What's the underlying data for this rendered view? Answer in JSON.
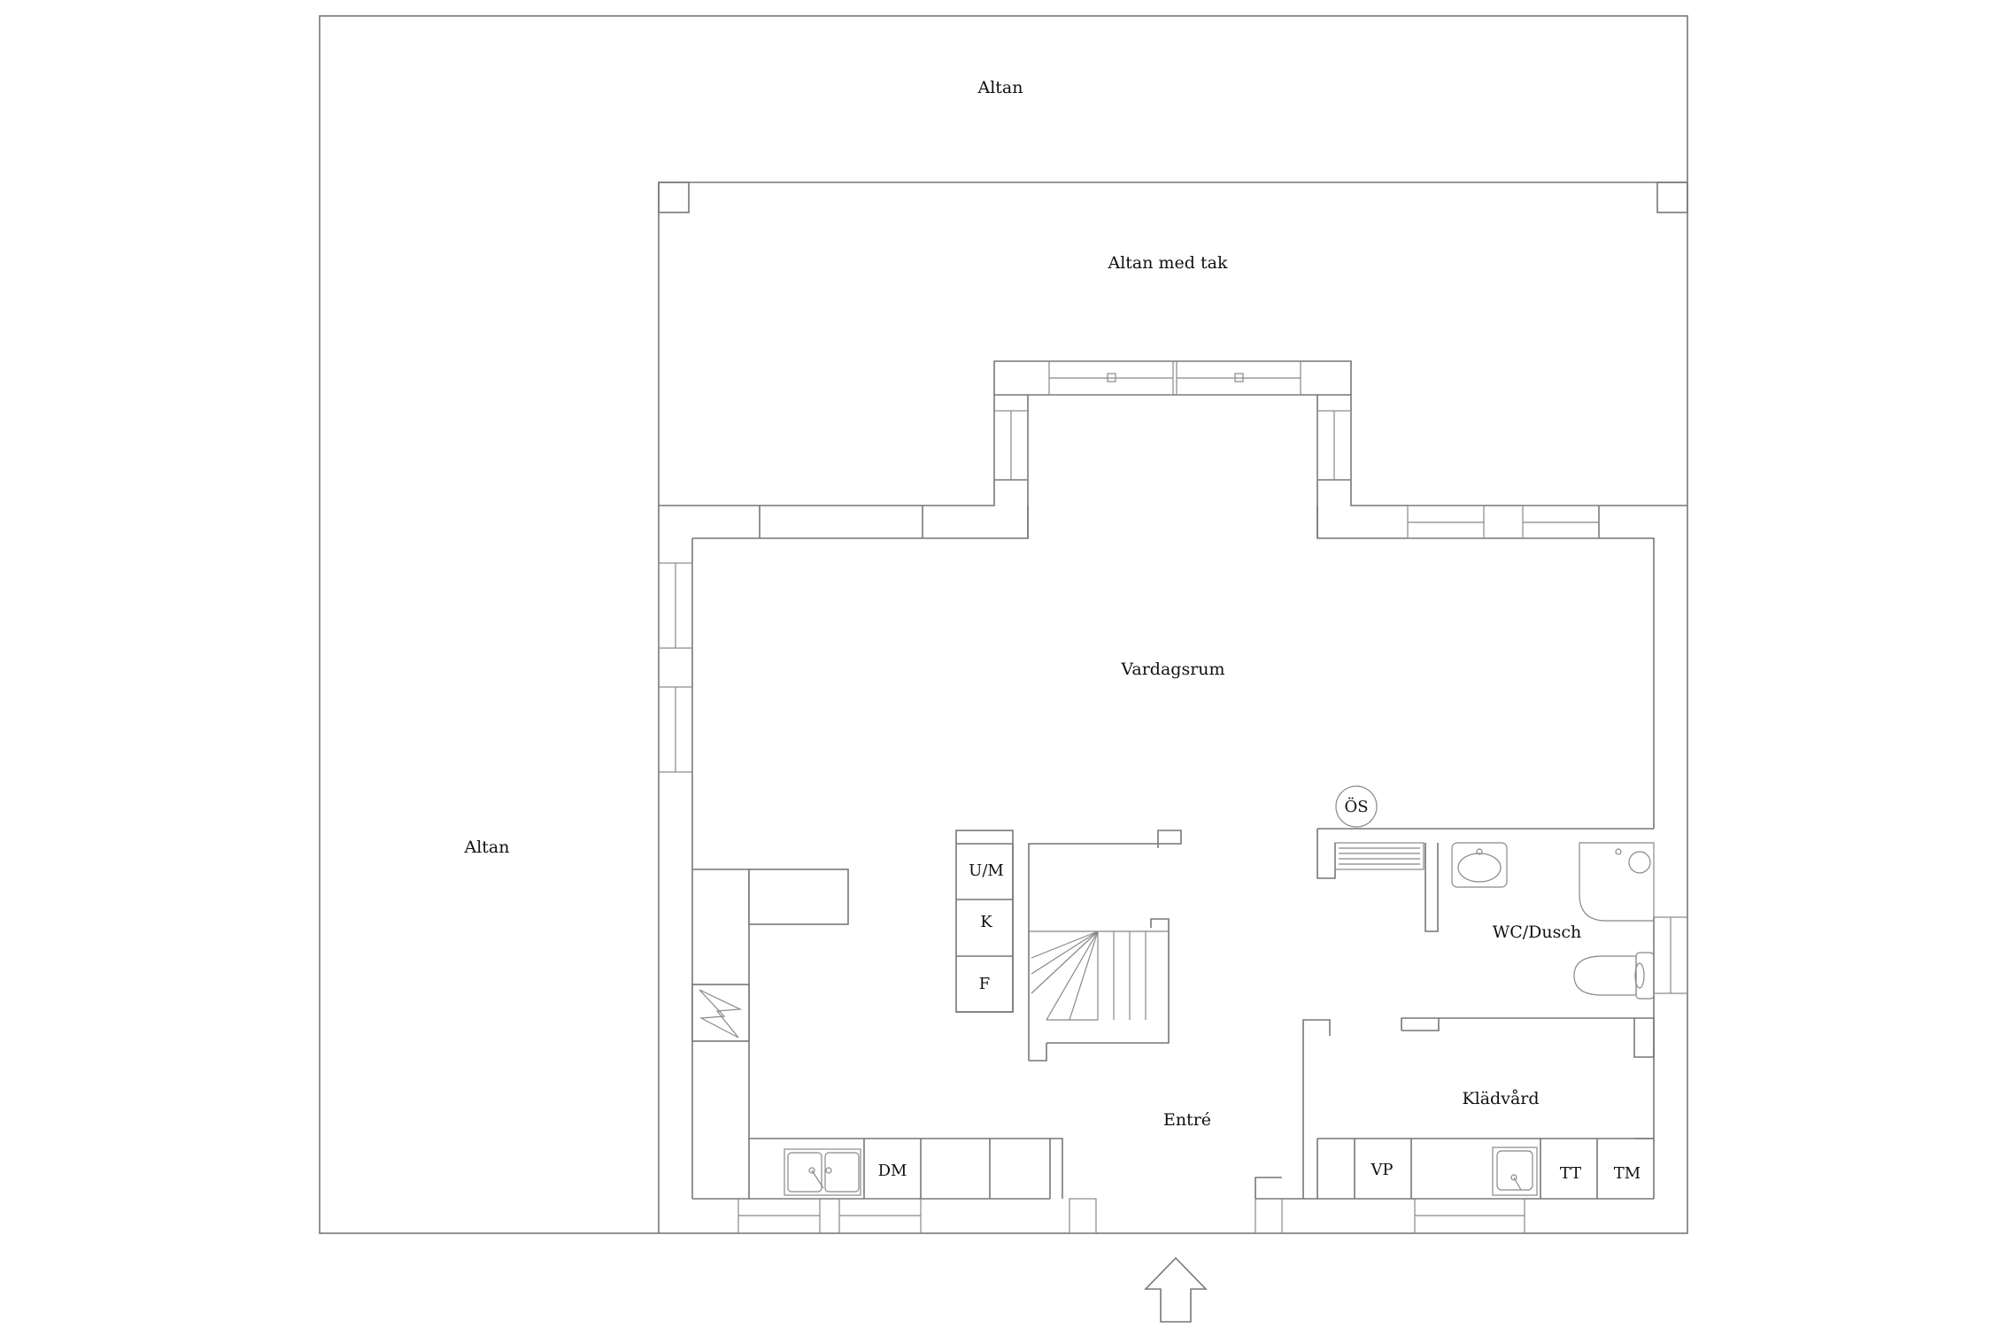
{
  "plan": {
    "rooms": {
      "altan_top": "Altan",
      "altan_left": "Altan",
      "altan_med_tak": "Altan med tak",
      "vardagsrum": "Vardagsrum",
      "entre": "Entré",
      "wc_dusch": "WC/Dusch",
      "kladvard": "Klädvård"
    },
    "fixtures": {
      "os": "ÖS",
      "um": "U/M",
      "k": "K",
      "f": "F",
      "dm": "DM",
      "vp": "VP",
      "tt": "TT",
      "tm": "TM"
    },
    "icons": {
      "entrance": "entrance-arrow-icon",
      "fireplace": "fireplace-icon",
      "stairs": "staircase-icon"
    },
    "colors": {
      "walls": "#777777",
      "text": "#111111",
      "background": "#ffffff"
    }
  }
}
